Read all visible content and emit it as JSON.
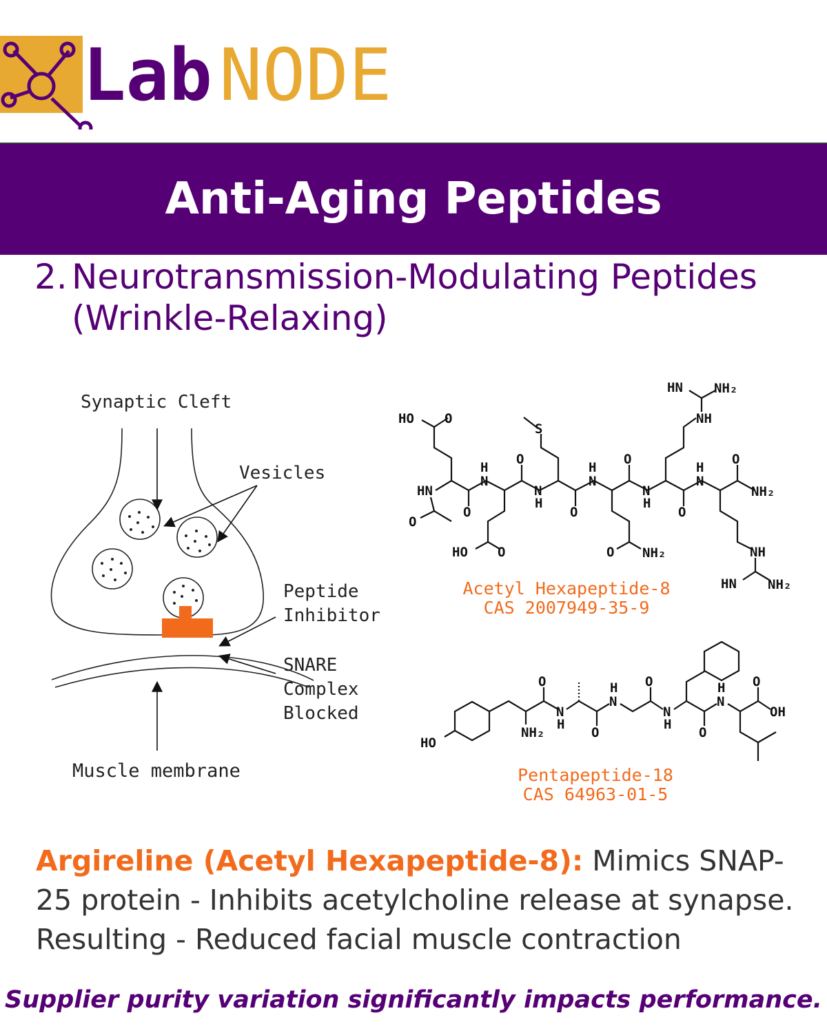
{
  "logo": {
    "text_lab": "Lab",
    "text_node": "NODE",
    "purple": "#560075",
    "gold": "#e8a932"
  },
  "banner": {
    "title": "Anti-Aging Peptides",
    "color": "#560075"
  },
  "section": {
    "number": "2.",
    "title_line1": "Neurotransmission-Modulating Peptides",
    "title_line2": "(Wrinkle-Relaxing)"
  },
  "diagram": {
    "synaptic_cleft": "Synaptic Cleft",
    "vesicles": "Vesicles",
    "peptide_inhibitor_1": "Peptide",
    "peptide_inhibitor_2": "Inhibitor",
    "snare_1": "SNARE",
    "snare_2": "Complex",
    "snare_3": "Blocked",
    "muscle_membrane": "Muscle membrane",
    "inhibitor_color": "#f26b1d"
  },
  "hexapeptide": {
    "name": "Acetyl Hexapeptide-8",
    "cas": "CAS 2007949-35-9",
    "atoms": [
      "HO",
      "O",
      "HN",
      "O",
      "H",
      "N",
      "O",
      "HO",
      "O",
      "S",
      "O",
      "N",
      "H",
      "O",
      "H",
      "N",
      "O",
      "NH₂",
      "O",
      "N",
      "H",
      "O",
      "HN",
      "NH₂",
      "NH",
      "H",
      "N",
      "O",
      "NH₂",
      "NH",
      "HN",
      "NH₂"
    ]
  },
  "pentapeptide": {
    "name": "Pentapeptide-18",
    "cas": "CAS 64963-01-5",
    "atoms": [
      "HO",
      "NH₂",
      "O",
      "N",
      "H",
      "O",
      "H",
      "N",
      "O",
      "N",
      "H",
      "O",
      "H",
      "N",
      "O",
      "OH"
    ]
  },
  "description": {
    "highlight": "Argireline (Acetyl Hexapeptide-8):",
    "text": " Mimics SNAP-25 protein - Inhibits acetylcholine release at synapse. Resulting - Reduced facial muscle contraction"
  },
  "note": "Supplier purity variation significantly impacts performance."
}
